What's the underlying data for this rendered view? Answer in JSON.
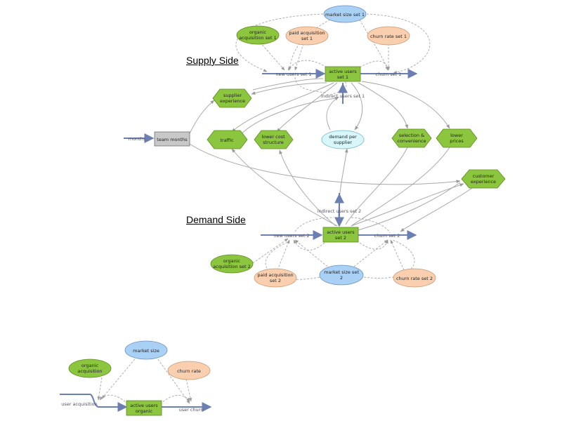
{
  "sections": {
    "supply": "Supply Side",
    "demand": "Demand Side"
  },
  "colors": {
    "green_fill": "#8cc63f",
    "blue_fill": "#a9d0f5",
    "peach_fill": "#f9cfb0",
    "cyan_fill": "#d9f7fb",
    "gray_fill": "#c8c8c8",
    "flow_arrow": "#6b7fb3",
    "link": "#a8a8a8"
  },
  "supply": {
    "market_size": "market size set 1",
    "organic_acq": [
      "organic",
      "acquisition set 1"
    ],
    "paid_acq": [
      "paid acquisition",
      "set 1"
    ],
    "churn_rate": "churn rate set 1",
    "active_users": [
      "active users",
      "set 1"
    ],
    "new_users": "new users set 1",
    "churn": "churn set 1",
    "indirect_users": "indirect users set 1",
    "supplier_experience": [
      "supplier",
      "experience"
    ]
  },
  "middle": {
    "months": "months",
    "team_months": "team months",
    "traffic": "traffic",
    "lower_cost": [
      "lower cost",
      "structure"
    ],
    "demand_per_supplier": [
      "demand per",
      "supplier"
    ],
    "selection": [
      "selection &",
      "convenience"
    ],
    "lower_prices": [
      "lower",
      "prices"
    ],
    "customer_experience": [
      "customer",
      "experience"
    ]
  },
  "demand": {
    "indirect_users": "indirect users set 2",
    "new_users": "new users set 2",
    "active_users": [
      "active users",
      "set 2"
    ],
    "churn": "churn set 2",
    "organic_acq": [
      "organic",
      "acquisition set 2"
    ],
    "paid_acq": [
      "paid acquisition",
      "set 2"
    ],
    "market_size": [
      "market size set",
      "2"
    ],
    "churn_rate": "churn rate set 2"
  },
  "bottom": {
    "market_size": "market size",
    "organic_acq": [
      "organic",
      "acquisition"
    ],
    "churn_rate": "churn rate",
    "user_acquisition": "user acquisition",
    "active_users": [
      "active users",
      "organic"
    ],
    "user_churn": "user churn"
  }
}
